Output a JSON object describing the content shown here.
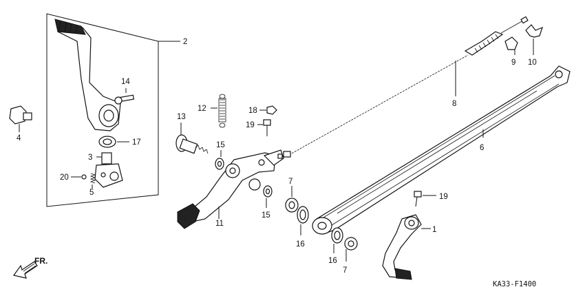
{
  "callouts": [
    {
      "id": "c1",
      "label": "1"
    },
    {
      "id": "c2",
      "label": "2"
    },
    {
      "id": "c3",
      "label": "3"
    },
    {
      "id": "c4",
      "label": "4"
    },
    {
      "id": "c5",
      "label": "5"
    },
    {
      "id": "c6",
      "label": "6"
    },
    {
      "id": "c7a",
      "label": "7"
    },
    {
      "id": "c7b",
      "label": "7"
    },
    {
      "id": "c8",
      "label": "8"
    },
    {
      "id": "c9",
      "label": "9"
    },
    {
      "id": "c10",
      "label": "10"
    },
    {
      "id": "c11",
      "label": "11"
    },
    {
      "id": "c12",
      "label": "12"
    },
    {
      "id": "c13",
      "label": "13"
    },
    {
      "id": "c14",
      "label": "14"
    },
    {
      "id": "c15a",
      "label": "15"
    },
    {
      "id": "c15b",
      "label": "15"
    },
    {
      "id": "c16a",
      "label": "16"
    },
    {
      "id": "c16b",
      "label": "16"
    },
    {
      "id": "c17",
      "label": "17"
    },
    {
      "id": "c18",
      "label": "18"
    },
    {
      "id": "c19a",
      "label": "19"
    },
    {
      "id": "c19b",
      "label": "19"
    },
    {
      "id": "c20",
      "label": "20"
    }
  ],
  "direction_label": "FR.",
  "diagram_code": "KA33-F1400"
}
